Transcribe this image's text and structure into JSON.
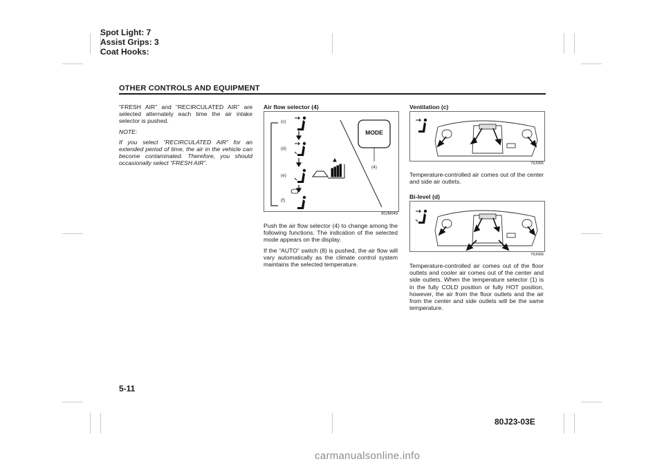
{
  "header_notes": [
    "Spot Light: 7",
    "Assist Grips: 3",
    "Coat Hooks:"
  ],
  "section_title": "OTHER CONTROLS AND EQUIPMENT",
  "page_number": "5-11",
  "doc_code": "80J23-03E",
  "watermark": "carmanualsonline.info",
  "left_column": {
    "intro": "“FRESH AIR” and “RECIRCULATED AIR” are selected alternately each time the air intake selector is pushed.",
    "note_label": "NOTE:",
    "note_text": "If you select “RECIRCULATED AIR” for an extended period of time, the air in the vehicle can become contaminated. Therefore, you should occasionally select “FRESH AIR”."
  },
  "middle_column": {
    "heading": "Air flow selector (4)",
    "figure": {
      "code": "80JM049",
      "mode_labels": [
        "(c)",
        "(d)",
        "(e)",
        "(f)"
      ],
      "button_label": "MODE",
      "callout": "(4)"
    },
    "para1": "Push the air flow selector (4) to change among the following functions. The indication of the selected mode appears on the display.",
    "para2": "If the “AUTO” switch (8) is pushed, the air flow will vary automatically as the climate control system maintains the selected temperature."
  },
  "right_column": {
    "ventilation_heading": "Ventilation (c)",
    "ventilation_code": "79J065",
    "ventilation_text": "Temperature-controlled air comes out of the center and side air outlets.",
    "bilevel_heading": "Bi-level (d)",
    "bilevel_code": "79J066",
    "bilevel_text": "Temperature-controlled air comes out of the floor outlets and cooler air comes out of the center and side outlets. When the temperature selector (1) is in the fully COLD position or fully HOT position, however, the air from the floor outlets and the air from the center and side outlets will be the same temperature."
  }
}
